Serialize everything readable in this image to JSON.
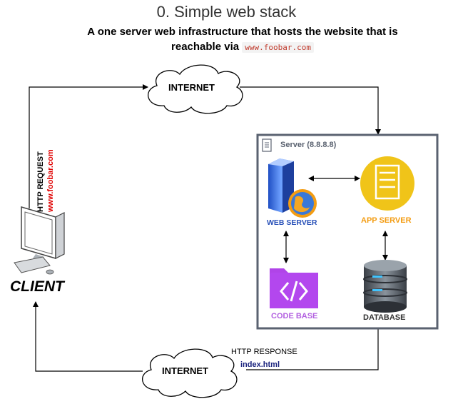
{
  "title": "0. Simple web stack",
  "subtitle_line1": "A one server web infrastructure that hosts the website that is",
  "subtitle_line2": "reachable via",
  "domain": "www.foobar.com",
  "internet_top": "INTERNET",
  "internet_bottom": "INTERNET",
  "server_label": "Server (8.8.8.8)",
  "web_server": "WEB SERVER",
  "app_server": "APP SERVER",
  "code_base": "CODE BASE",
  "database": "DATABASE",
  "client": "CLIENT",
  "http_request": "HTTP REQUEST",
  "request_domain": "www.foobar.com",
  "http_response": "HTTP RESPONSE",
  "response_file": "index.html",
  "colors": {
    "server_border": "#5a6270",
    "app_server_circle": "#f0c419",
    "app_server_text": "#f39c12",
    "web_server_text": "#2850b8",
    "code_base_text": "#b260e0",
    "code_base_bg": "#b044e8",
    "request_domain": "#e00000",
    "response_file": "#1a237e"
  }
}
